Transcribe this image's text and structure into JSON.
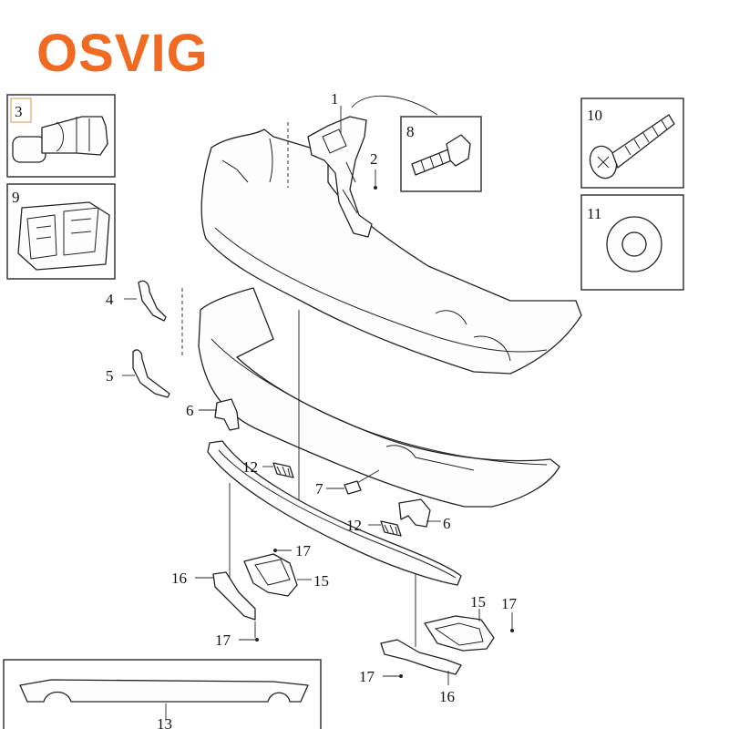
{
  "logo": {
    "text": "OSVIG",
    "color": "#f06a22"
  },
  "callouts": {
    "c1": "1",
    "c2": "2",
    "c3": "3",
    "c4": "4",
    "c5": "5",
    "c6a": "6",
    "c6b": "6",
    "c7": "7",
    "c8": "8",
    "c9": "9",
    "c10": "10",
    "c11": "11",
    "c12a": "12",
    "c12b": "12",
    "c13": "13",
    "c15a": "15",
    "c15b": "15",
    "c16a": "16",
    "c16b": "16",
    "c17a": "17",
    "c17b": "17",
    "c17c": "17",
    "c17d": "17"
  },
  "icons": {
    "logo_check": "checkmark-wifi-icon",
    "bolt": "bolt-icon",
    "screw": "screw-icon",
    "washer": "washer-icon",
    "clip": "clip-icon",
    "bracket": "bracket-icon"
  }
}
